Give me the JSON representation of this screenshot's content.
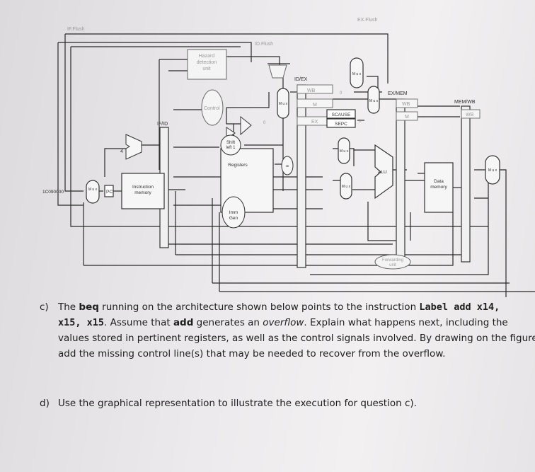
{
  "diagram": {
    "labels": {
      "if_flush": "IF.Flush",
      "id_flush": "ID.Flush",
      "ex_flush": "EX.Flush",
      "hazard": [
        "Hazard",
        "detection",
        "unit"
      ],
      "control": "Control",
      "if_id": "IF/ID",
      "id_ex": "ID/EX",
      "ex_mem": "EX/MEM",
      "mem_wb": "MEM/WB",
      "wb": "WB",
      "m": "M",
      "ex": "EX",
      "pc": "PC",
      "instr_mem": [
        "Instruction",
        "memory"
      ],
      "registers": "Registers",
      "imm_gen": [
        "Imm",
        "Gen"
      ],
      "shift": [
        "Shift",
        "left 1"
      ],
      "alu": "ALU",
      "data_mem": [
        "Data",
        "memory"
      ],
      "forwarding": [
        "Forwarding",
        "unit"
      ],
      "scause": "SCAUSE",
      "sepc": "SEPC",
      "address": "1C090000",
      "four": "4",
      "zero": "0",
      "mux": "M u x",
      "eq": "="
    }
  },
  "questions": {
    "c_letter": "c)",
    "c_l1_a": "The ",
    "c_l1_beq": "beq",
    "c_l1_b": " running on the architecture shown below points to the instruction ",
    "c_l1_code": "Label add x14,",
    "c_l2_code": "x15, x15",
    "c_l2_a": ". Assume that ",
    "c_l2_add": "add",
    "c_l2_b": " generates an ",
    "c_l2_ovf": "overflow",
    "c_l2_c": ". Explain what happens next, including the",
    "c_l3": "values stored in pertinent registers, as well as the control signals involved. By drawing on the figure,",
    "c_l4": "add the missing control line(s) that may be needed to recover from the overflow.",
    "d_letter": "d)",
    "d_l1": "Use the graphical representation to illustrate the execution for question c)."
  }
}
